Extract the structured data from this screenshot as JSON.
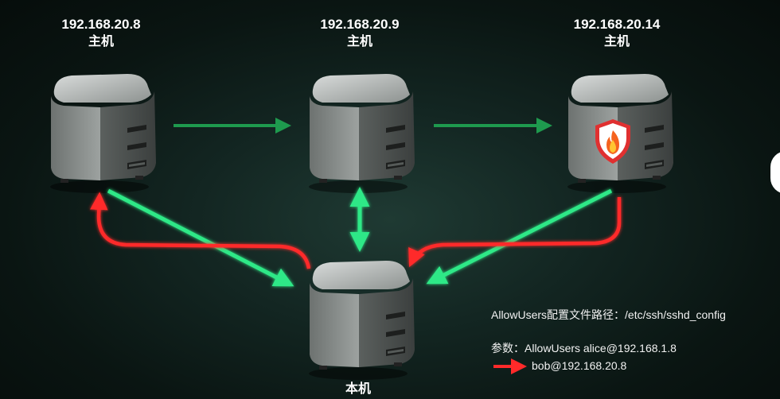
{
  "hosts": [
    {
      "ip": "192.168.20.8",
      "role": "主机"
    },
    {
      "ip": "192.168.20.9",
      "role": "主机"
    },
    {
      "ip": "192.168.20.14",
      "role": "主机"
    }
  ],
  "local": {
    "role": "本机"
  },
  "config": {
    "path_line": "AllowUsers配置文件路径：/etc/ssh/sshd_config",
    "param_line": "参数：AllowUsers alice@192.168.1.8",
    "legend_text": "bob@192.168.20.8"
  },
  "colors": {
    "green_arrow": "#2ee887",
    "green_dark_arrow": "#1e9a4e",
    "red_arrow": "#ff2a2a",
    "shield_fill": "#ffffff",
    "shield_border": "#e03030"
  },
  "icons": [
    "server-icon",
    "firewall-shield-icon",
    "fire-icon"
  ]
}
